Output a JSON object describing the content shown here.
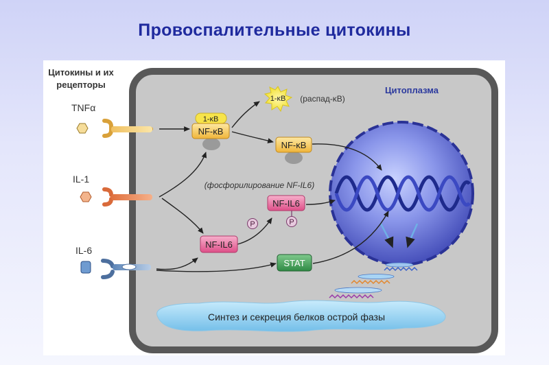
{
  "title": "Провоспалительные цитокины",
  "legend": {
    "line1": "Цитокины и их",
    "line2": "рецепторы"
  },
  "receptors": {
    "tnf": "TNFα",
    "il1": "IL-1",
    "il6": "IL-6"
  },
  "cytoplasm_label": "Цитоплазма",
  "nodes": {
    "ikb_bound": "1-κB",
    "nfkb_bound": "NF-κB",
    "ikb_released": "1-κB",
    "decay": "(распад-κB)",
    "nfkb_free": "NF-κB",
    "phosphorylation": "(фосфорилирование NF-IL6)",
    "nfil6_phos": "NF-IL6",
    "nfil6": "NF-IL6",
    "stat": "STAT",
    "p1": "P",
    "p2": "P"
  },
  "synthesis": "Синтез и секреция белков острой фазы",
  "colors": {
    "title": "#1f2a9e",
    "cell": "#c9c9c9",
    "membrane": "#5a5a5a",
    "nucleus": "#4a55c8",
    "dna": "#1e2a8c",
    "yellow": "#f5c24a",
    "pink": "#e8669a",
    "green": "#3d9a52",
    "lake": "#9fd4f2"
  }
}
